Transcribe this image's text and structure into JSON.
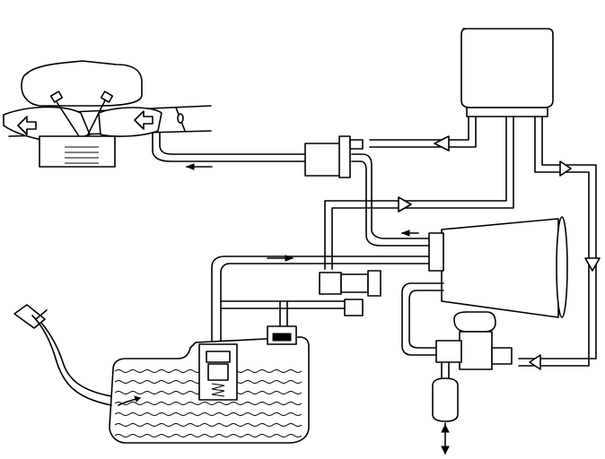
{
  "diagram": {
    "type": "evaporative-emission-system-schematic",
    "labels": [],
    "components": [
      "engine-intake",
      "engine-control-module",
      "purge-valve",
      "charcoal-canister",
      "vent-valve",
      "fuel-tank",
      "filler-neck",
      "rollover-valve",
      "tank-pressure-valve",
      "leak-detection-pump",
      "air-filter"
    ],
    "colors": {
      "line": "#000000",
      "fill": "#ffffff"
    }
  }
}
